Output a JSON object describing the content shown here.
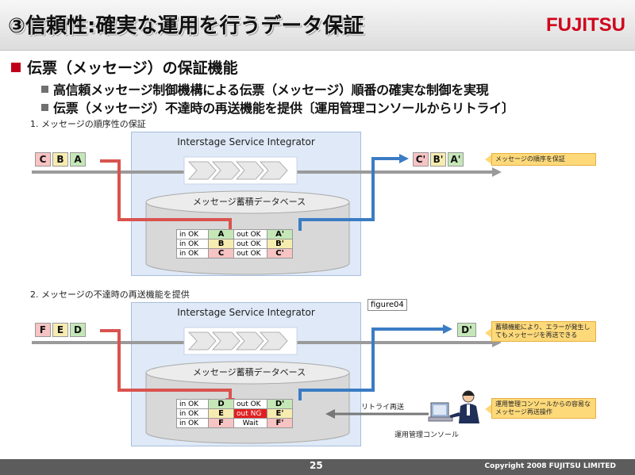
{
  "header": {
    "title": "③信頼性:確実な運用を行うデータ保証",
    "logo": "FUJITSU"
  },
  "bullets": {
    "main": "伝票（メッセージ）の保証機能",
    "sub1": "高信頼メッセージ制御機構による伝票（メッセージ）順番の確実な制御を実現",
    "sub2": "伝票（メッセージ）不達時の再送機能を提供〔運用管理コンソールからリトライ〕"
  },
  "diagram1": {
    "label": "1. メッセージの順序性の保証",
    "isi_title": "Interstage Service Integrator",
    "db_title": "メッセージ蓄積データベース",
    "input_msgs": [
      "C",
      "B",
      "A"
    ],
    "output_msgs": [
      "C'",
      "B'",
      "A'"
    ],
    "callout": "メッセージの順序を保証",
    "rows": [
      {
        "in": "in OK",
        "msg": "A",
        "out": "out OK",
        "res": "A'"
      },
      {
        "in": "in OK",
        "msg": "B",
        "out": "out OK",
        "res": "B'"
      },
      {
        "in": "in OK",
        "msg": "C",
        "out": "out OK",
        "res": "C'"
      }
    ]
  },
  "diagram2": {
    "label": "2. メッセージの不達時の再送機能を提供",
    "isi_title": "Interstage Service Integrator",
    "db_title": "メッセージ蓄積データベース",
    "figure_tag": "figure04",
    "input_msgs": [
      "F",
      "E",
      "D"
    ],
    "output_msgs": [
      "D'"
    ],
    "callout1": "蓄積機能により、エラーが発生してもメッセージを再送できる",
    "callout2": "運用管理コンソールからの容易なメッセージ再送操作",
    "retry_label": "リトライ再送",
    "console_label": "運用管理コンソール",
    "rows": [
      {
        "in": "in OK",
        "msg": "D",
        "out": "out OK",
        "res": "D'"
      },
      {
        "in": "in OK",
        "msg": "E",
        "out": "out NG",
        "res": "E'"
      },
      {
        "in": "in OK",
        "msg": "F",
        "out": "Wait",
        "res": "F'"
      }
    ]
  },
  "footer": {
    "page": "25",
    "copyright": "Copyright 2008 FUJITSU LIMITED"
  },
  "colors": {
    "red_flow": "#d9534f",
    "blue_flow": "#3b7cc4",
    "accent": "#c0001a"
  }
}
